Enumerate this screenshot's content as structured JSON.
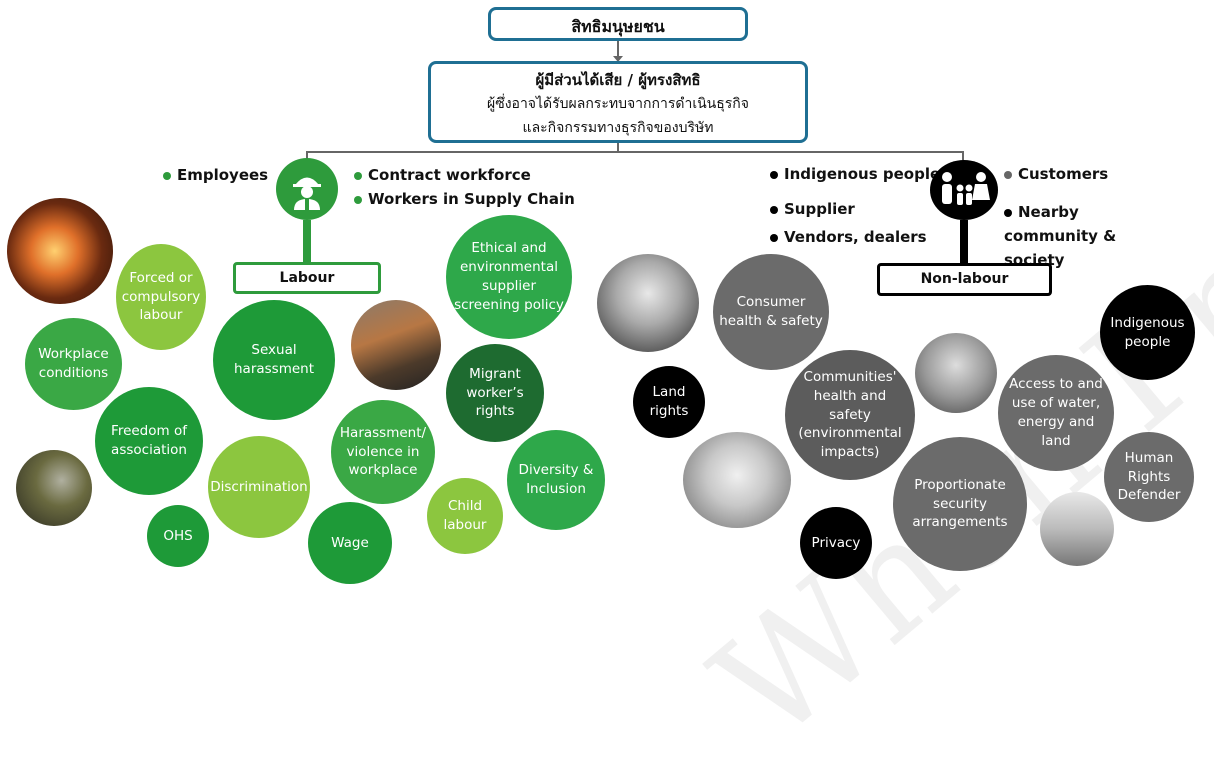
{
  "top_box": {
    "title": "สิทธิมนุษยชน"
  },
  "stake_box": {
    "title": "ผู้มีส่วนได้เสีย / ผู้ทรงสิทธิ",
    "line1": "ผู้ซึ่งอาจได้รับผลกระทบจากการดำเนินธุรกิจ",
    "line2": "และกิจกรรมทางธุรกิจของบริษัท"
  },
  "labour": {
    "tag": "Labour",
    "legend": {
      "employees": "Employees",
      "contract": "Contract workforce",
      "supply": "Workers in Supply Chain"
    },
    "circles": {
      "forced": "Forced or compulsory labour",
      "workplace": "Workplace conditions",
      "sexual": "Sexual harassment",
      "ethical": "Ethical and environmental supplier screening policy",
      "migrant": "Migrant worker’s rights",
      "freedom": "Freedom of association",
      "discrimination": "Discrimination",
      "harassment": "Harassment/ violence in workplace",
      "diversity": "Diversity & Inclusion",
      "child": "Child labour",
      "ohs": "OHS",
      "wage": "Wage"
    }
  },
  "nonlabour": {
    "tag": "Non-labour",
    "legend": {
      "indigenous": "Indigenous people",
      "supplier": "Supplier",
      "vendors": "Vendors, dealers",
      "customers": "Customers",
      "nearby": "Nearby community & society"
    },
    "circles": {
      "consumer": "Consumer health & safety",
      "indigenous": "Indigenous people",
      "land": "Land rights",
      "communities": "Communities' health and safety (environmental impacts)",
      "access": "Access to and use of water, energy and land",
      "human": "Human Rights Defender",
      "proportionate": "Proportionate security arrangements",
      "privacy": "Privacy"
    }
  },
  "watermark": "When Print Out",
  "colors": {
    "box_border": "#1f6f93",
    "green_dark": "#1e7f2f",
    "green_mid": "#2e9b3c",
    "green_light": "#8cc63f",
    "grey": "#6b6b6b",
    "black": "#000000"
  }
}
